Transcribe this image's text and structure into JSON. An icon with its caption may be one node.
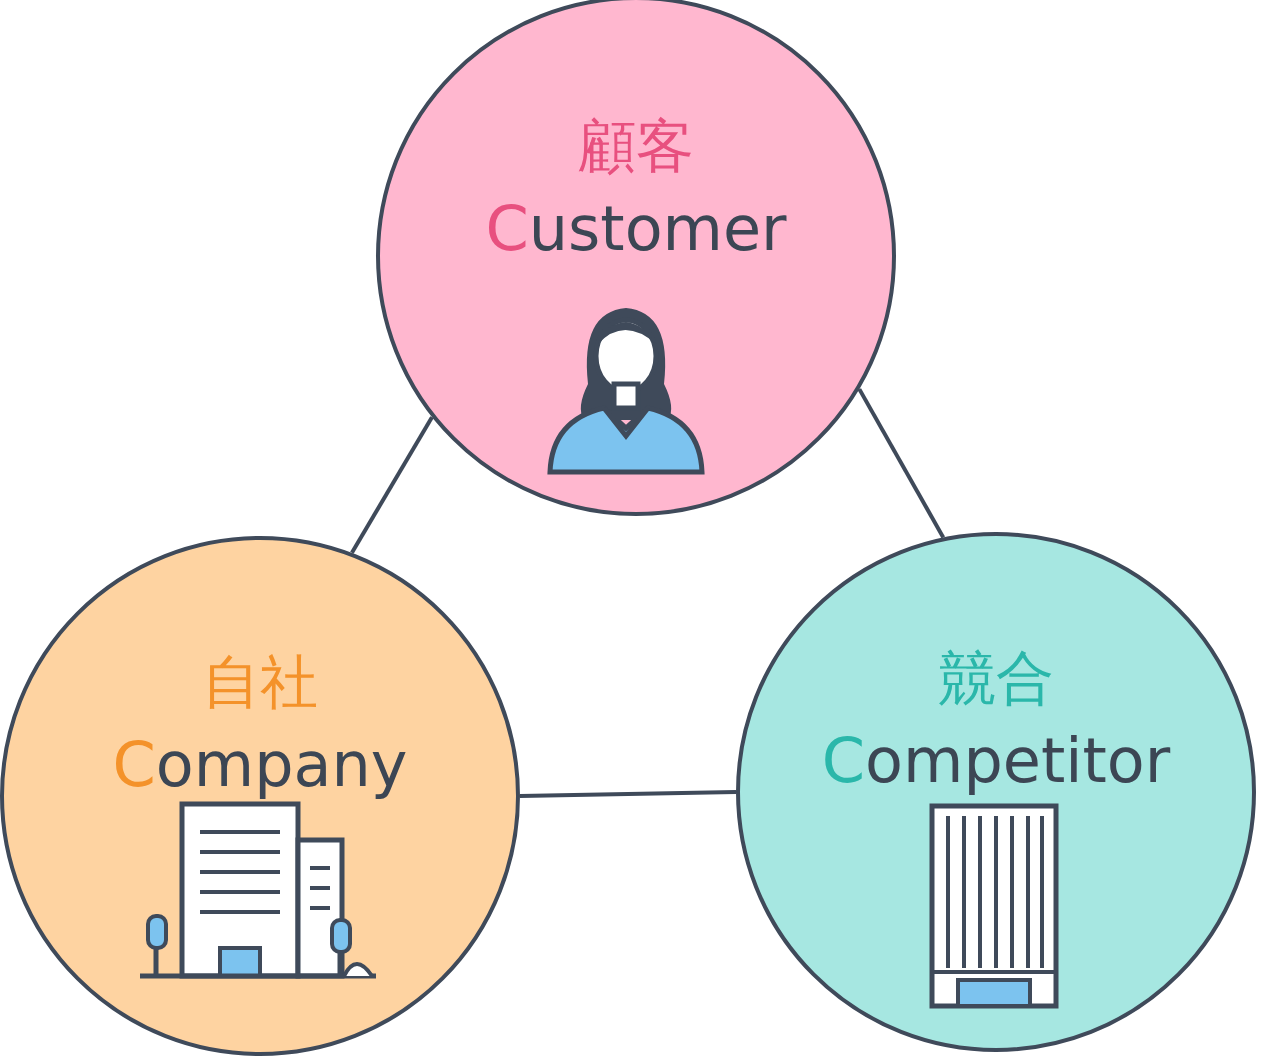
{
  "diagram": {
    "nodes": [
      {
        "text": [
          "顧客",
          "Customer"
        ]
      },
      {
        "text": [
          "自社",
          "Company"
        ]
      },
      {
        "text": [
          "競合",
          "Competitor"
        ]
      }
    ],
    "edges": [
      {
        "from": 0,
        "to": 1,
        "arrow": "none"
      },
      {
        "from": 0,
        "to": 2,
        "arrow": "none"
      },
      {
        "from": 1,
        "to": 2,
        "arrow": "none"
      }
    ]
  }
}
